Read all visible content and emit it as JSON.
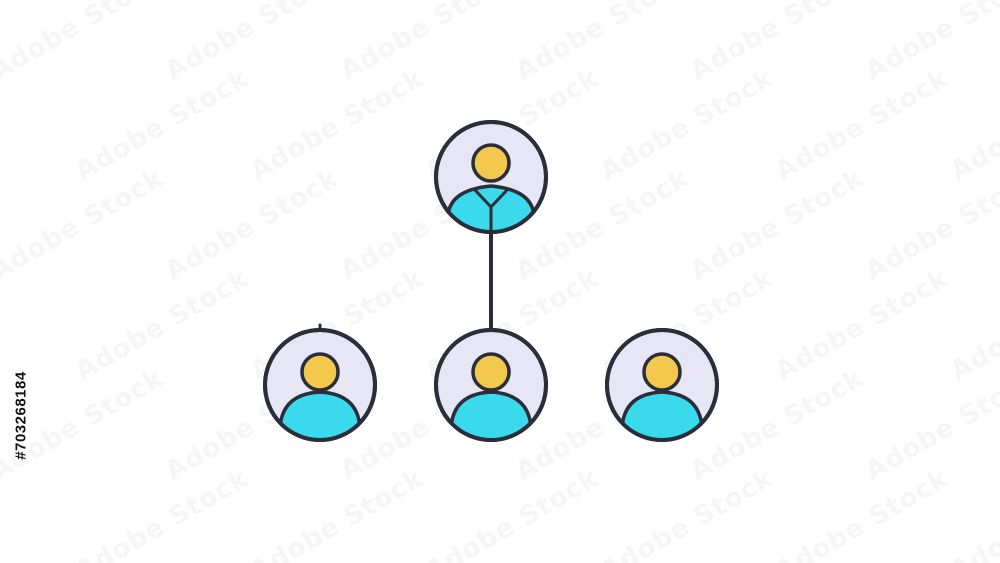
{
  "watermark": {
    "text": "Adobe Stock",
    "stock_id": "#703268184"
  },
  "diagram": {
    "nodes": [
      {
        "id": "top",
        "role": "parent"
      },
      {
        "id": "bottom-left",
        "role": "child"
      },
      {
        "id": "bottom-center",
        "role": "child"
      },
      {
        "id": "bottom-right",
        "role": "child"
      }
    ],
    "edges": [
      {
        "from": "top",
        "to": "bottom-center"
      }
    ]
  },
  "colors": {
    "outline": "#2b2d3b",
    "circle_fill": "#e6e6f5",
    "head": "#f2c94c",
    "body": "#3ad9ec"
  }
}
